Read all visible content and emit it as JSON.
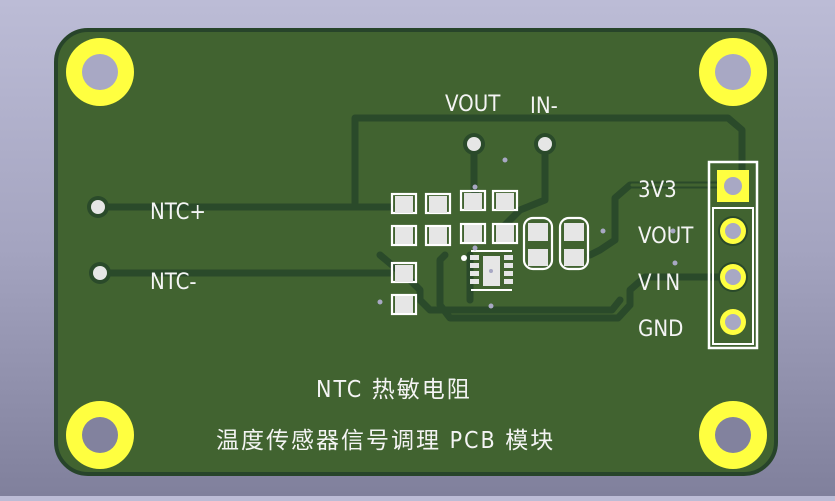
{
  "board": {
    "title_line1": "NTC 热敏电阻",
    "title_line2": "温度传感器信号调理 PCB 模块",
    "colors": {
      "background_top": "#bcbcd6",
      "background_bottom": "#80809c",
      "soldermask": "#416330",
      "trace": "#2a4a2a",
      "copper_pad": "#ffff40",
      "hole": "#a8a8c4",
      "silkscreen": "#ffffff",
      "smd_pad": "#e6e6e6"
    }
  },
  "labels": {
    "ntc_plus": "NTC+",
    "ntc_minus": "NTC-",
    "vout_top": "VOUT",
    "in_minus": "IN-",
    "header_pins": [
      "3V3",
      "VOUT",
      "VIN",
      "GND"
    ]
  },
  "icons": {
    "mounting_hole": "mounting-hole-icon",
    "through_hole": "through-hole-pad-icon",
    "smd_pad": "smd-pad-icon",
    "ic": "soic8-ic-icon"
  }
}
